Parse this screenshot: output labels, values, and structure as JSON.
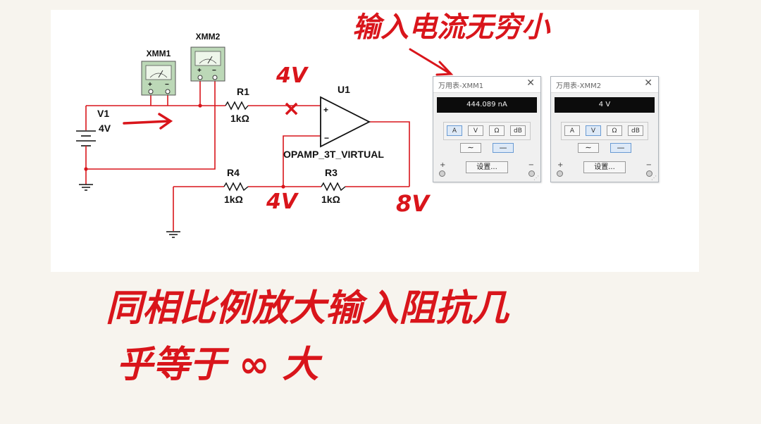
{
  "schematic": {
    "source": {
      "ref": "V1",
      "value": "4V"
    },
    "meter_symbols": [
      {
        "ref": "XMM1",
        "plus": "+",
        "minus": "−"
      },
      {
        "ref": "XMM2",
        "plus": "+",
        "minus": "−"
      }
    ],
    "resistors": [
      {
        "ref": "R1",
        "value": "1kΩ"
      },
      {
        "ref": "R4",
        "value": "1kΩ"
      },
      {
        "ref": "R3",
        "value": "1kΩ"
      }
    ],
    "opamp": {
      "ref": "U1",
      "model": "OPAMP_3T_VIRTUAL",
      "plus": "+",
      "minus": "−"
    }
  },
  "annotations": {
    "top_note": "输入电流无穷小",
    "v_input": "4V",
    "v_node": "4V",
    "v_output": "8V",
    "cross_mark": "×",
    "arrow_label": "",
    "bottom_line1": "同相比例放大输入阻抗几",
    "bottom_line2": "乎等于 ∞ 大"
  },
  "meters": [
    {
      "title": "万用表-XMM1",
      "reading": "444.089 nA",
      "modes": [
        "A",
        "V",
        "Ω",
        "dB"
      ],
      "active_mode": "A",
      "waves": [
        "∼",
        "—"
      ],
      "active_wave": "—",
      "settings": "设置...",
      "plus": "+",
      "minus": "−",
      "close": "✕"
    },
    {
      "title": "万用表-XMM2",
      "reading": "4 V",
      "modes": [
        "A",
        "V",
        "Ω",
        "dB"
      ],
      "active_mode": "V",
      "waves": [
        "∼",
        "—"
      ],
      "active_wave": "—",
      "settings": "设置...",
      "plus": "+",
      "minus": "−",
      "close": "✕"
    }
  ],
  "colors": {
    "wire": "#d9151b",
    "ink": "#111111",
    "handwriting": "#d9151b",
    "meter_face": "#c8e6c4"
  }
}
